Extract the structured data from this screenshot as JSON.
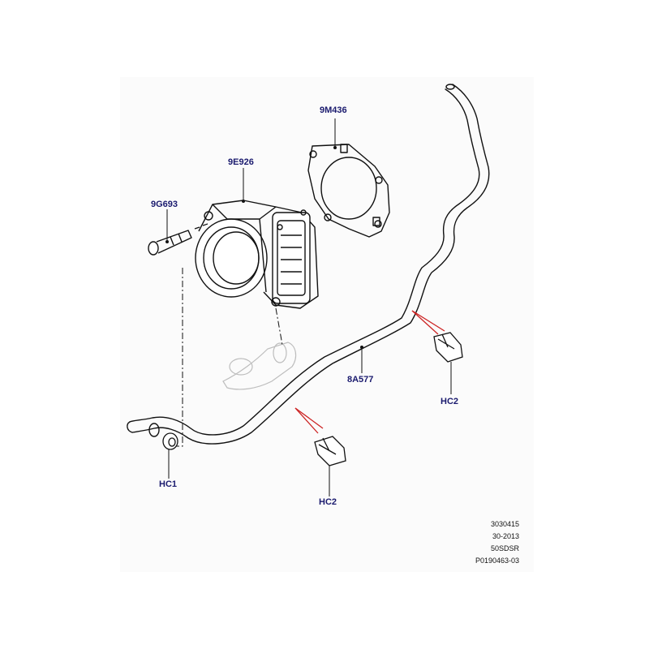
{
  "colors": {
    "callout_text": "#1a1a6e",
    "line": "#111111",
    "ghost_line": "#bdbdbd",
    "leader_red": "#cc2222",
    "panel_background": "#fbfbfb"
  },
  "callouts": {
    "gasket": "9M436",
    "throttle_body": "9E926",
    "bolt": "9G693",
    "hose": "8A577",
    "clip_right": "HC2",
    "clip_bottom": "HC2",
    "clip_left": "HC1"
  },
  "reference": {
    "line1": "3030415",
    "line2": "30-2013",
    "line3": "50SDSR",
    "line4": "P0190463-03"
  }
}
